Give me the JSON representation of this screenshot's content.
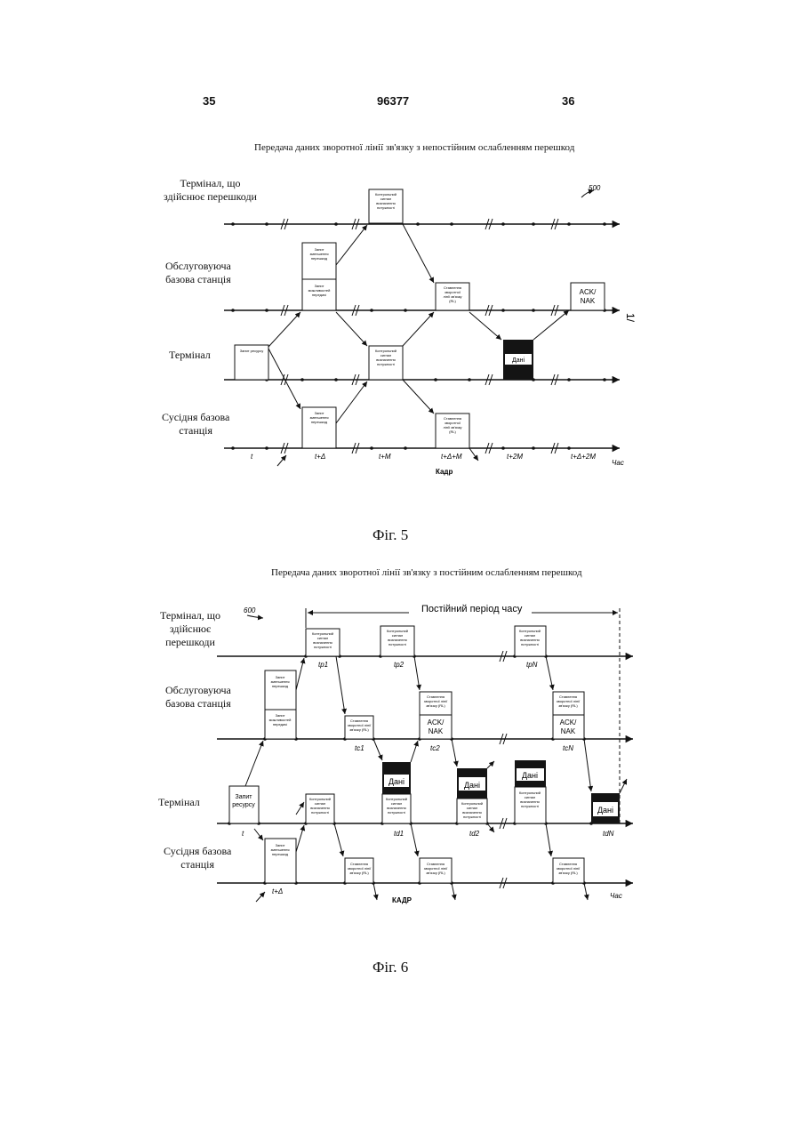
{
  "header": {
    "page_left": "35",
    "doc_number": "96377",
    "page_right": "36"
  },
  "fig5": {
    "title": "Передача даних зворотної лінії зв'язку з непостійним ослабленням перешкод",
    "ref": "500",
    "side_mark": "1/",
    "caption": "Фіг. 5",
    "rows": {
      "interfering": "Термінал, що\nздійснює перешкоди",
      "serving": "Обслуговуюча\nбазова станція",
      "terminal": "Термінал",
      "neighbor": "Сусідня базова\nстанція"
    },
    "boxes": {
      "int_control": "Контрольний\nсигнал\nвизначення\nпотужності",
      "srv_request": "Запит\nзменшення\nперешкод",
      "srv_capability": "Запит\nможливостей\nпередачі",
      "srv_rl": "Ставлення\nзворотної\nлінії зв'язку\n(RL)",
      "srv_ack": "ACK/\nNAK",
      "term_resource": "Запит ресурсу",
      "term_control": "Контрольний\nсигнал\nвизначення\nпотужності",
      "term_data": "Дані",
      "nb_request": "Запит\nзменшення\nперешкод",
      "nb_rl": "Ставлення\nзворотної\nлінії зв'язку\n(RL)"
    },
    "axis": [
      "t",
      "t+Δ",
      "t+M",
      "t+Δ+M",
      "t+2M",
      "t+Δ+2M"
    ],
    "axis_time": "Час",
    "frame": "Кадр"
  },
  "fig6": {
    "title": "Передача даних зворотної лінії зв'язку з постійним ослабленням перешкод",
    "ref": "600",
    "period": "Постійний період часу",
    "caption": "Фіг. 6",
    "rows": {
      "interfering": "Термінал, що\nздійснює\nперешкоди",
      "serving": "Обслуговуюча\nбазова станція",
      "terminal": "Термінал",
      "neighbor": "Сусідня базова\nстанція"
    },
    "boxes": {
      "control": "Контрольний\nсигнал\nвизначення\nпотужності",
      "srv_request": "Запит\nзменшення\nперешкод",
      "srv_capability": "Запит\nможливостей\nпередачі",
      "rl": "Ставлення\nзворотної лінії\nзв'язку (RL)",
      "ack": "ACK/\nNAK",
      "term_resource": "Запит\nресурсу",
      "data": "Дані",
      "nb_request": "Запит\nзменшення\nперешкод"
    },
    "marks": {
      "p1": "tp1",
      "p2": "tp2",
      "pN": "tpN",
      "c1": "tc1",
      "c2": "tc2",
      "cN": "tcN",
      "d1": "td1",
      "d2": "td2",
      "dN": "tdN"
    },
    "axis": [
      "t",
      "t+Δ"
    ],
    "axis_time": "Час",
    "frame": "КАДР"
  }
}
